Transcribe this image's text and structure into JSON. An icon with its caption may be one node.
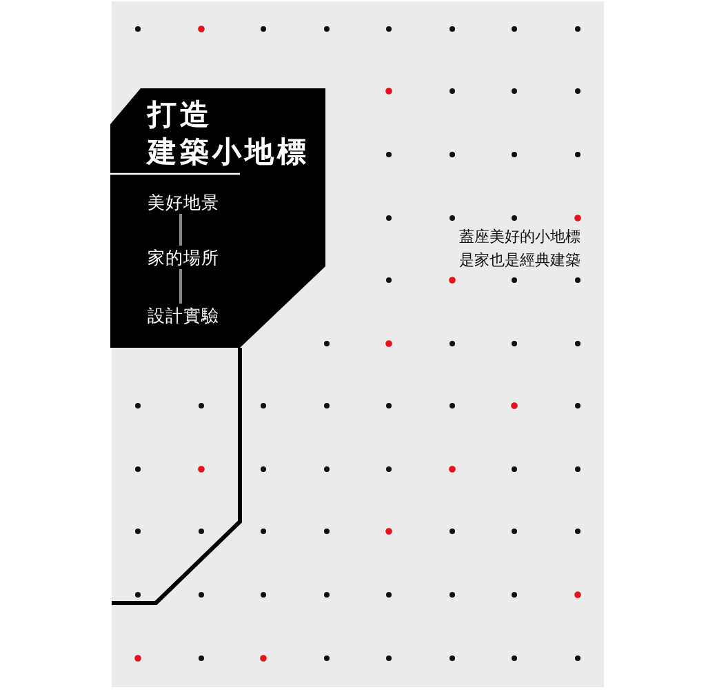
{
  "diagram": {
    "nodes": [
      {
        "text": [
          "打造建築小地標"
        ]
      },
      {
        "text": [
          "美好地景"
        ],
        "in": 0
      },
      {
        "text": [
          "家的場所"
        ],
        "in": 0
      },
      {
        "text": [
          "設計實驗"
        ],
        "in": 0
      }
    ],
    "edges": [
      {
        "from": 1,
        "to": 2,
        "arrow": "none"
      },
      {
        "from": 2,
        "to": 3,
        "arrow": "none"
      }
    ],
    "labels": [
      "蓋座美好的小地標是家也是經典建築"
    ]
  }
}
